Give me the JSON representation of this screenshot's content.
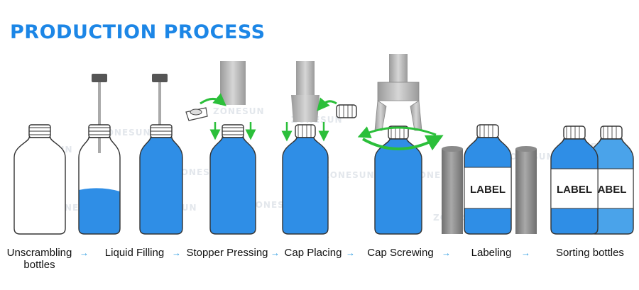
{
  "title": "PRODUCTION PROCESS",
  "steps": [
    {
      "label": "Unscrambling",
      "label2": "bottles"
    },
    {
      "label": "Liquid Filling"
    },
    {
      "label": "Stopper Pressing"
    },
    {
      "label": "Cap Placing"
    },
    {
      "label": "Cap Screwing"
    },
    {
      "label": "Labeling"
    },
    {
      "label": "Sorting bottles"
    }
  ],
  "arrow_glyph": "→",
  "bottle_label": "LABEL",
  "bottle_label_cut": "ABEL",
  "watermark": "ZONESUN",
  "colors": {
    "title": "#1c86e6",
    "liquid": "#2f8ee6",
    "arrow": "#2a9be0",
    "green": "#2bbf3a",
    "metal": "#b8b8b8"
  }
}
